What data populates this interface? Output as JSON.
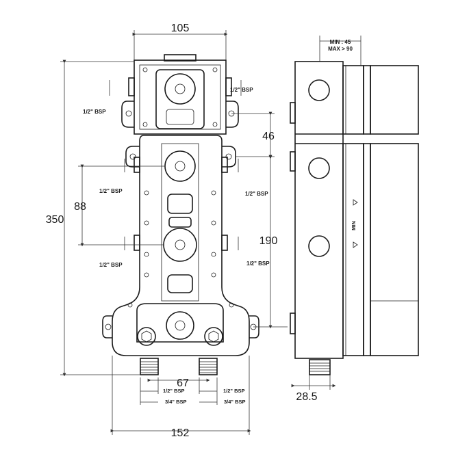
{
  "dimensions": {
    "top_width": "105",
    "overall_height": "350",
    "outlet_spacing": "88",
    "side_offset": "46",
    "lower_span": "190",
    "inlet_spacing": "67",
    "overall_width": "152",
    "depth": "28.5",
    "min_depth": "MIN : 45",
    "max_depth": "MAX > 90"
  },
  "labels": {
    "bsp_half": "1/2\" BSP",
    "bsp_three_quarter": "3/4\" BSP",
    "side_mark": "MIN"
  }
}
